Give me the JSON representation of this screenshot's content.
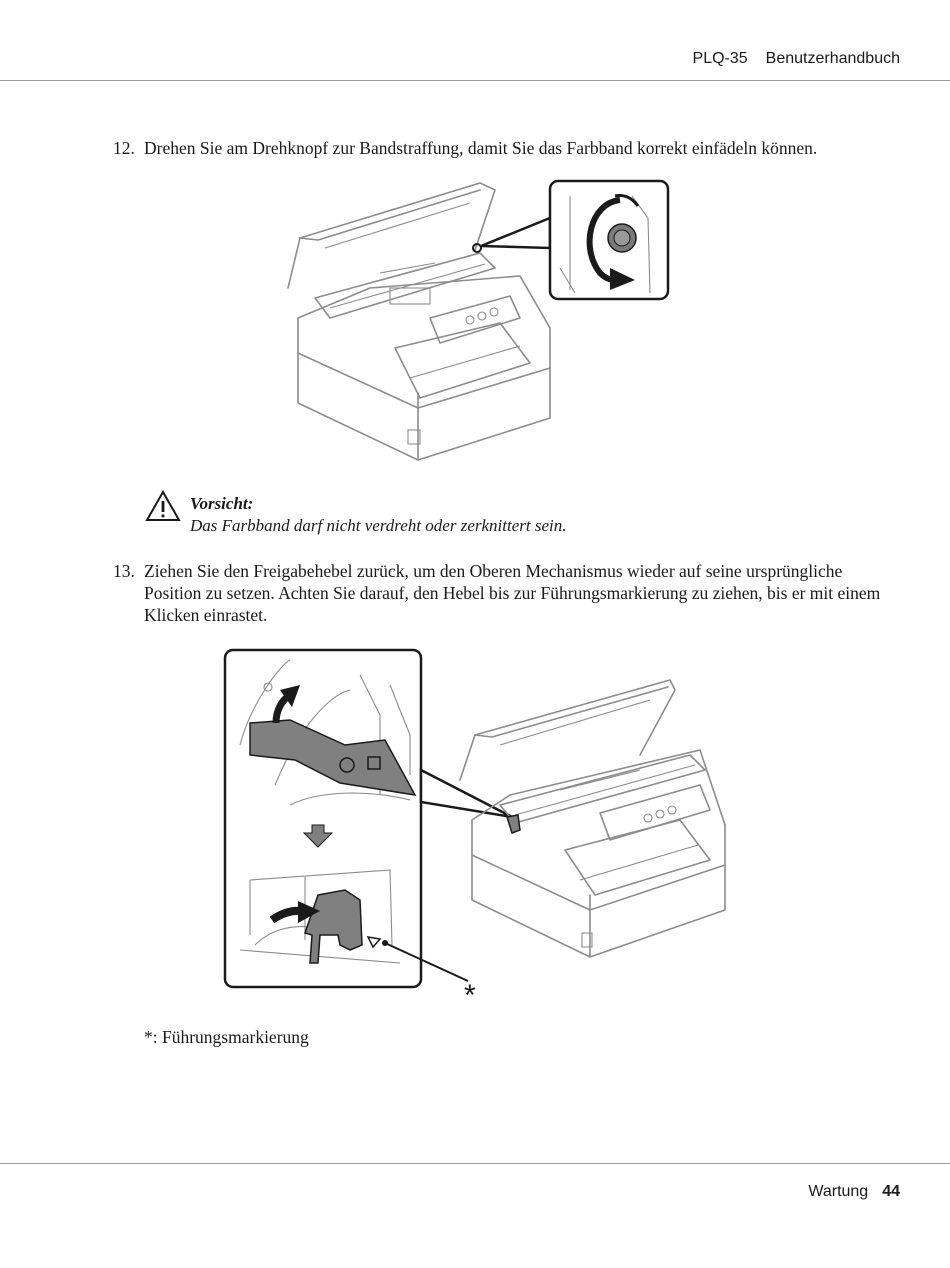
{
  "header": {
    "product": "PLQ-35",
    "manual": "Benutzerhandbuch"
  },
  "steps": [
    {
      "number": "12.",
      "text": "Drehen Sie am Drehknopf zur Bandstraffung, damit Sie das Farbband korrekt einfädeln können."
    },
    {
      "number": "13.",
      "text": "Ziehen Sie den Freigabehebel zurück, um den Oberen Mechanismus wieder auf seine ursprüngliche Position zu setzen. Achten Sie darauf, den Hebel bis zur Führungsmarkierung zu ziehen, bis er mit einem Klicken einrastet."
    }
  ],
  "caution": {
    "title": "Vorsicht:",
    "text": "Das Farbband darf nicht verdreht oder zerknittert sein."
  },
  "figure2": {
    "marker": "*"
  },
  "footnote": "*: Führungsmarkierung",
  "footer": {
    "section": "Wartung",
    "page": "44"
  },
  "icons": {
    "caution": "warning-triangle-icon",
    "rotate": "rotate-arrow-icon",
    "push": "push-arrow-icon",
    "down": "down-arrow-icon"
  },
  "colors": {
    "line": "#8c8c8c",
    "lever_fill": "#808080",
    "text": "#1a1a1a"
  }
}
